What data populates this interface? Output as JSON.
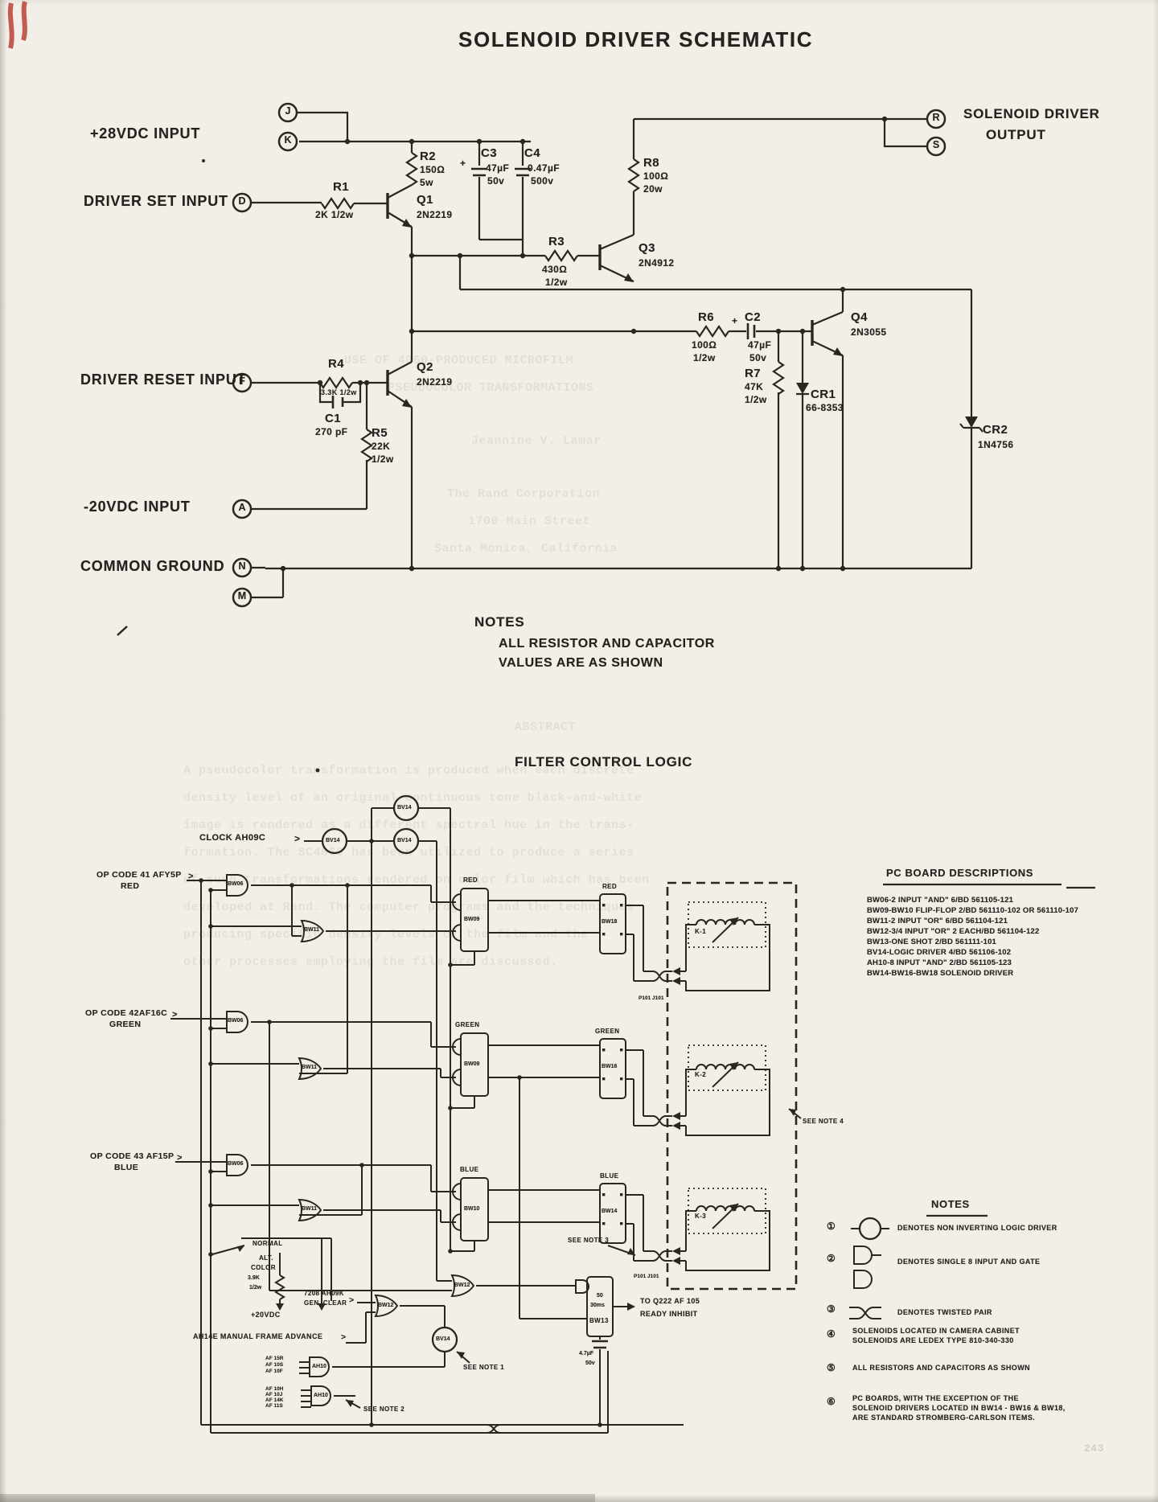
{
  "titles": {
    "schematic": "SOLENOID DRIVER SCHEMATIC",
    "logic": "FILTER CONTROL LOGIC"
  },
  "glyphs": {
    "gt": ">",
    "plus": "+"
  },
  "schematic": {
    "inputs": [
      "+28VDC INPUT",
      "DRIVER SET INPUT",
      "DRIVER RESET INPUT",
      "-20VDC INPUT",
      "COMMON GROUND"
    ],
    "output": [
      "SOLENOID DRIVER",
      "OUTPUT"
    ],
    "terminals": [
      "J",
      "K",
      "D",
      "F",
      "A",
      "N",
      "M",
      "R",
      "S"
    ],
    "components": {
      "r1": {
        "ref": "R1",
        "v": "2K 1/2w"
      },
      "r2": {
        "ref": "R2",
        "v1": "150Ω",
        "v2": "5w"
      },
      "r3": {
        "ref": "R3",
        "v1": "430Ω",
        "v2": "1/2w"
      },
      "r4": {
        "ref": "R4",
        "v": "3.3K 1/2w"
      },
      "r5": {
        "ref": "R5",
        "v1": "22K",
        "v2": "1/2w"
      },
      "r6": {
        "ref": "R6",
        "v1": "100Ω",
        "v2": "1/2w"
      },
      "r7": {
        "ref": "R7",
        "v1": "47K",
        "v2": "1/2w"
      },
      "r8": {
        "ref": "R8",
        "v1": "100Ω",
        "v2": "20w"
      },
      "c1": {
        "ref": "C1",
        "v": "270 pF"
      },
      "c2": {
        "ref": "C2",
        "v1": "47µF",
        "v2": "50v"
      },
      "c3": {
        "ref": "C3",
        "v1": "47µF",
        "v2": "50v"
      },
      "c4": {
        "ref": "C4",
        "v1": "0.47µF",
        "v2": "500v"
      },
      "q1": {
        "ref": "Q1",
        "v": "2N2219"
      },
      "q2": {
        "ref": "Q2",
        "v": "2N2219"
      },
      "q3": {
        "ref": "Q3",
        "v": "2N4912"
      },
      "q4": {
        "ref": "Q4",
        "v": "2N3055"
      },
      "cr1": {
        "ref": "CR1",
        "v": "66-8353"
      },
      "cr2": {
        "ref": "CR2",
        "v": "1N4756"
      }
    },
    "notes": {
      "heading": "NOTES",
      "line1": "ALL RESISTOR AND CAPACITOR",
      "line2": "VALUES ARE AS SHOWN"
    }
  },
  "logic": {
    "clock": "CLOCK AH09C",
    "opcodes": [
      {
        "l1": "OP CODE 41 AFY5P",
        "l2": "RED"
      },
      {
        "l1": "OP CODE 42AF16C",
        "l2": "GREEN"
      },
      {
        "l1": "OP CODE 43 AF15P",
        "l2": "BLUE"
      }
    ],
    "gates": {
      "bw06": "BW06",
      "bw11": "BW11",
      "bw12": "BW12",
      "bw13": "BW13",
      "bv14": "BV14",
      "ah10": "AH10"
    },
    "rows": [
      {
        "color": "RED",
        "ff": "BW09",
        "drv": "BW18",
        "k": "K-1"
      },
      {
        "color": "GREEN",
        "ff": "BW09",
        "drv": "BW16",
        "k": "K-2"
      },
      {
        "color": "BLUE",
        "ff": "BW10",
        "drv": "BW14",
        "k": "K-3"
      }
    ],
    "connector": "P101 J101",
    "see_notes": [
      "SEE NOTE 1",
      "SEE NOTE 2",
      "SEE NOTE 3",
      "SEE NOTE 4"
    ],
    "switch": {
      "normal": "NORMAL",
      "alt": "ALT.",
      "color": "COLOR",
      "res1": "3.9K",
      "res2": "1/2w",
      "supply": "+20VDC"
    },
    "gen_clear": {
      "l1": "7208 AH09K",
      "l2": "GEN. CLEAR"
    },
    "manual_frame": "AH14E MANUAL FRAME ADVANCE",
    "ah10_in_a": [
      "AF 15R",
      "AF 10S",
      "AF 10F"
    ],
    "ah10_in_b": [
      "AF 10H",
      "AF 10J",
      "AF 14K",
      "AF 11S"
    ],
    "one_shot": {
      "t1": "50",
      "t2": "30ms",
      "cap1": "4.7µF",
      "cap2": "50v"
    },
    "ready": {
      "l1": "TO Q222 AF 105",
      "l2": "READY INHIBIT"
    }
  },
  "pc_board": {
    "heading": "PC BOARD DESCRIPTIONS",
    "items": [
      "BW06-2 INPUT \"AND\" 6/BD 561105-121",
      "BW09-BW10 FLIP-FLOP 2/BD 561110-102 OR 561110-107",
      "BW11-2 INPUT \"OR\" 6/BD 561104-121",
      "BW12-3/4 INPUT \"OR\" 2 EACH/BD 561104-122",
      "BW13-ONE SHOT 2/BD 561111-101",
      "BV14-LOGIC DRIVER 4/BD 561106-102",
      "AH10-8 INPUT \"AND\" 2/BD 561105-123",
      "BW14-BW16-BW18 SOLENOID DRIVER"
    ]
  },
  "notes_panel": {
    "heading": "NOTES",
    "nums": [
      "①",
      "②",
      "③",
      "④",
      "⑤",
      "⑥"
    ],
    "n1": "DENOTES NON INVERTING LOGIC DRIVER",
    "n2": "DENOTES SINGLE 8 INPUT AND GATE",
    "n3": "DENOTES TWISTED PAIR",
    "n4a": "SOLENOIDS LOCATED IN CAMERA CABINET",
    "n4b": "SOLENOIDS ARE LEDEX TYPE 810-340-330",
    "n5": "ALL RESISTORS AND CAPACITORS AS SHOWN",
    "n6a": "PC BOARDS, WITH THE EXCEPTION OF THE",
    "n6b": "SOLENOID DRIVERS LOCATED IN BW14 - BW16 & BW18,",
    "n6c": "ARE STANDARD STROMBERG-CARLSON ITEMS."
  },
  "bleed": {
    "lines": [
      "USE OF  4060-PRODUCED MICROFILM",
      "PSEUDOCOLOR TRANSFORMATIONS",
      "Jeannine V. Lamar",
      "The Rand Corporation",
      "1700 Main Street",
      "Santa Monica, California",
      "ABSTRACT",
      "A pseudocolor transformation is produced when each discrete",
      "density level of an original continuous tone black-and-white",
      "image is rendered as a different spectral hue in the trans-",
      "formation.  The SC4060 has been utilized to produce a series",
      "of such transformations rendered on color film which has been",
      "developed at Rand.  The computer programs and the techniques",
      "producing specific density levels of the film and the",
      "other processes employing the film are discussed."
    ],
    "page_number": "243"
  }
}
